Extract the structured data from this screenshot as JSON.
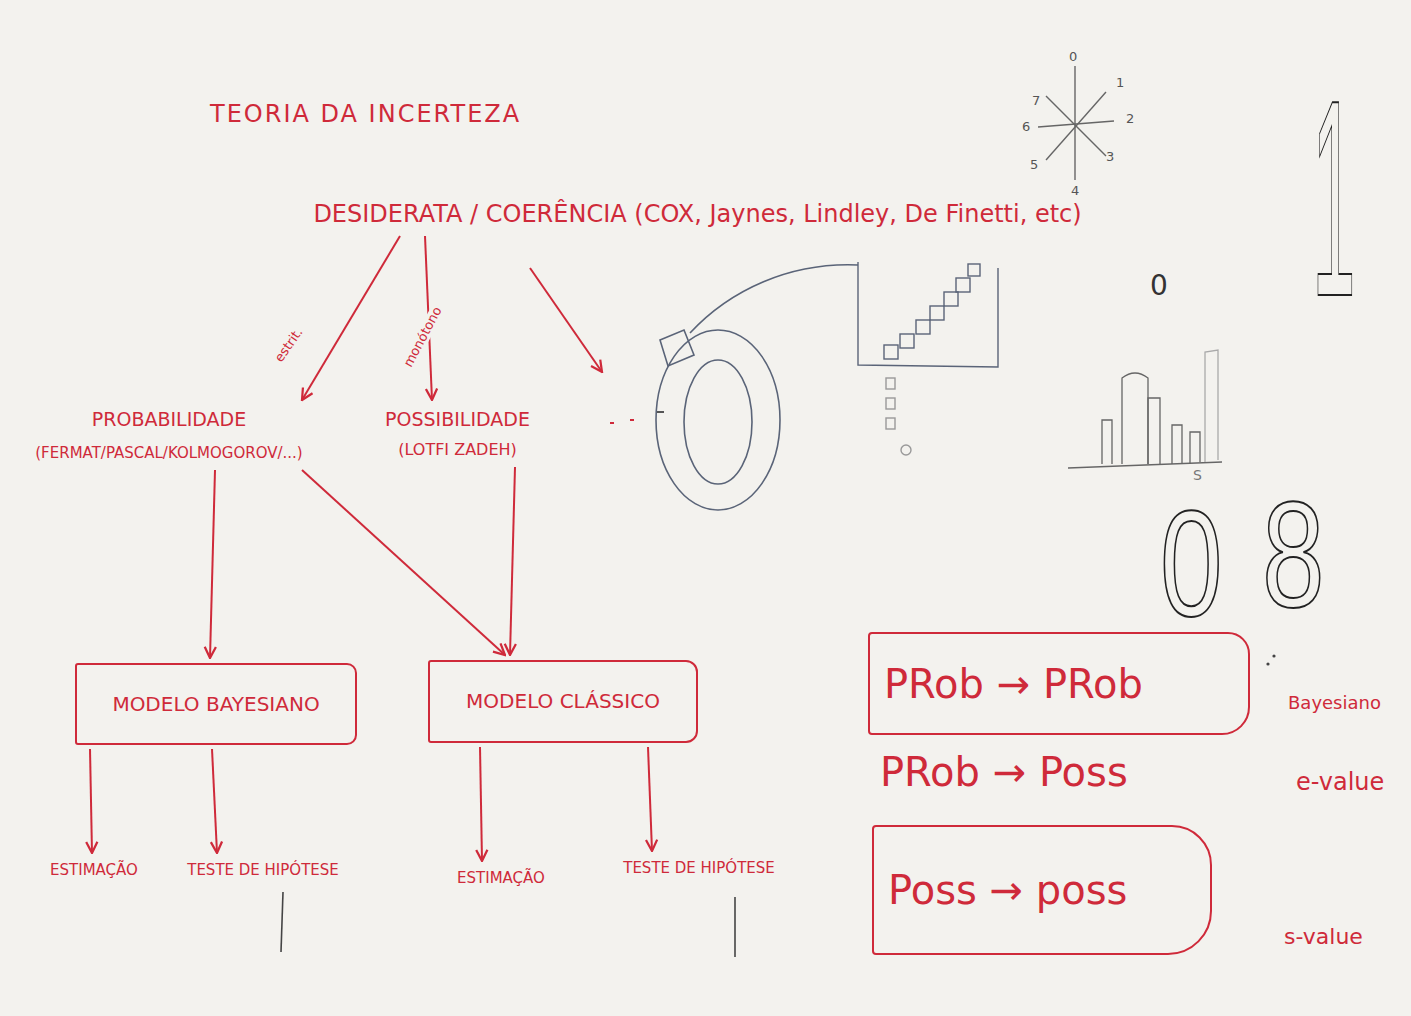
{
  "diagram": {
    "title": "TEORIA DA INCERTEZA",
    "nodes": [
      {
        "text": [
          "DESIDERATA / COERÊNCIA (COX, Jaynes, Lindley, De Finetti, etc)"
        ]
      },
      {
        "text": [
          "PROBABILIDADE",
          "(FERMAT/PASCAL/KOLMOGOROV/...)"
        ]
      },
      {
        "text": [
          "POSSIBILIDADE",
          "(LOTFI ZADEH)"
        ]
      },
      {
        "text": [
          "MODELO BAYESIANO"
        ]
      },
      {
        "text": [
          "MODELO CLÁSSICO"
        ]
      },
      {
        "text": [
          "ESTIMAÇÃO"
        ]
      },
      {
        "text": [
          "TESTE DE HIPÓTESE"
        ]
      },
      {
        "text": [
          "ESTIMAÇÃO"
        ]
      },
      {
        "text": [
          "TESTE DE HIPÓTESE"
        ]
      },
      {
        "text": [
          "PRob → PRob"
        ]
      },
      {
        "text": [
          "Poss → poss"
        ]
      }
    ],
    "edges": [
      {
        "from": 0,
        "to": 1,
        "label": "estrit.",
        "arrow": "to"
      },
      {
        "from": 0,
        "to": 2,
        "label": "monótono",
        "arrow": "to"
      },
      {
        "from": 1,
        "to": 3,
        "arrow": "to"
      },
      {
        "from": 1,
        "to": 4,
        "arrow": "to"
      },
      {
        "from": 2,
        "to": 4,
        "arrow": "to"
      },
      {
        "from": 3,
        "to": 5,
        "arrow": "to"
      },
      {
        "from": 3,
        "to": 6,
        "arrow": "to"
      },
      {
        "from": 4,
        "to": 7,
        "arrow": "to"
      },
      {
        "from": 4,
        "to": 8,
        "arrow": "to"
      }
    ],
    "labels": [
      "PRob → Poss",
      "Bayesiano",
      "e-value",
      "s-value",
      "0",
      "1",
      "2",
      "3",
      "4",
      "5",
      "6",
      "7",
      "0",
      "1",
      "0",
      "8",
      "S"
    ]
  }
}
